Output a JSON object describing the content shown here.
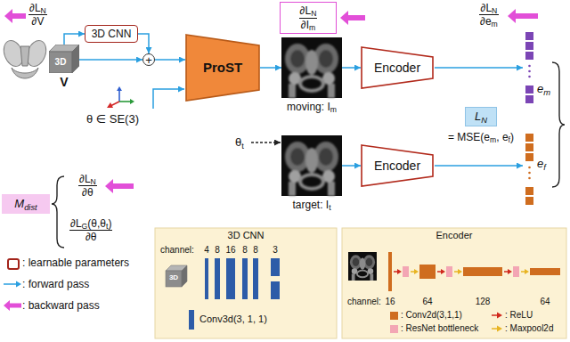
{
  "diagram": {
    "nodes": [
      {
        "text": [
          "3D",
          "V"
        ]
      },
      {
        "text": [
          "3D CNN"
        ]
      },
      {
        "text": [
          "+"
        ]
      },
      {
        "text": [
          "ProST"
        ]
      },
      {
        "text": [
          "∂LN ∂Im"
        ]
      },
      {
        "text": [
          "moving: Im"
        ]
      },
      {
        "text": [
          "Encoder"
        ]
      },
      {
        "text": [
          "target: It"
        ]
      },
      {
        "text": [
          "Encoder"
        ]
      },
      {
        "text": [
          "LN",
          "= MSE(em, ef)"
        ]
      },
      {
        "text": [
          "Mdist"
        ]
      },
      {
        "text": [
          "3D CNN"
        ]
      },
      {
        "text": [
          "Encoder"
        ]
      }
    ],
    "edges": [
      {
        "from": 0,
        "to": 1,
        "arrow": "to"
      },
      {
        "from": 1,
        "to": 2,
        "arrow": "to"
      },
      {
        "from": 0,
        "to": 2,
        "arrow": "to"
      },
      {
        "from": 2,
        "to": 3,
        "arrow": "to"
      },
      {
        "from": 3,
        "to": 5,
        "arrow": "to"
      },
      {
        "from": 5,
        "to": 6,
        "arrow": "to"
      },
      {
        "from": 7,
        "to": 8,
        "arrow": "to"
      }
    ],
    "labels": [
      "∂LN ∂V",
      "∂LN ∂em",
      "θ ∈ SE(3)",
      "em",
      "ef",
      "θt",
      "∂LN ∂θ",
      "∂LG(θ,θt) ∂θ",
      "3D",
      "channel:",
      "4",
      "8",
      "16",
      "8",
      "8",
      "3",
      "channel:",
      "16",
      "64",
      "128",
      "64"
    ],
    "legend": [
      {
        "text": ": learnable parameters"
      },
      {
        "text": ": forward pass"
      },
      {
        "text": ": backward pass"
      },
      {
        "text": "Conv3d(3, 1, 1)",
        "color": "#2d5ca8"
      },
      {
        "text": ": Conv2d(3,1,1)",
        "color": "#cf6d1f"
      },
      {
        "text": ": ReLU"
      },
      {
        "text": ": ResNet bottleneck",
        "color": "#f3a6b4"
      },
      {
        "text": ": Maxpool2d"
      }
    ]
  }
}
